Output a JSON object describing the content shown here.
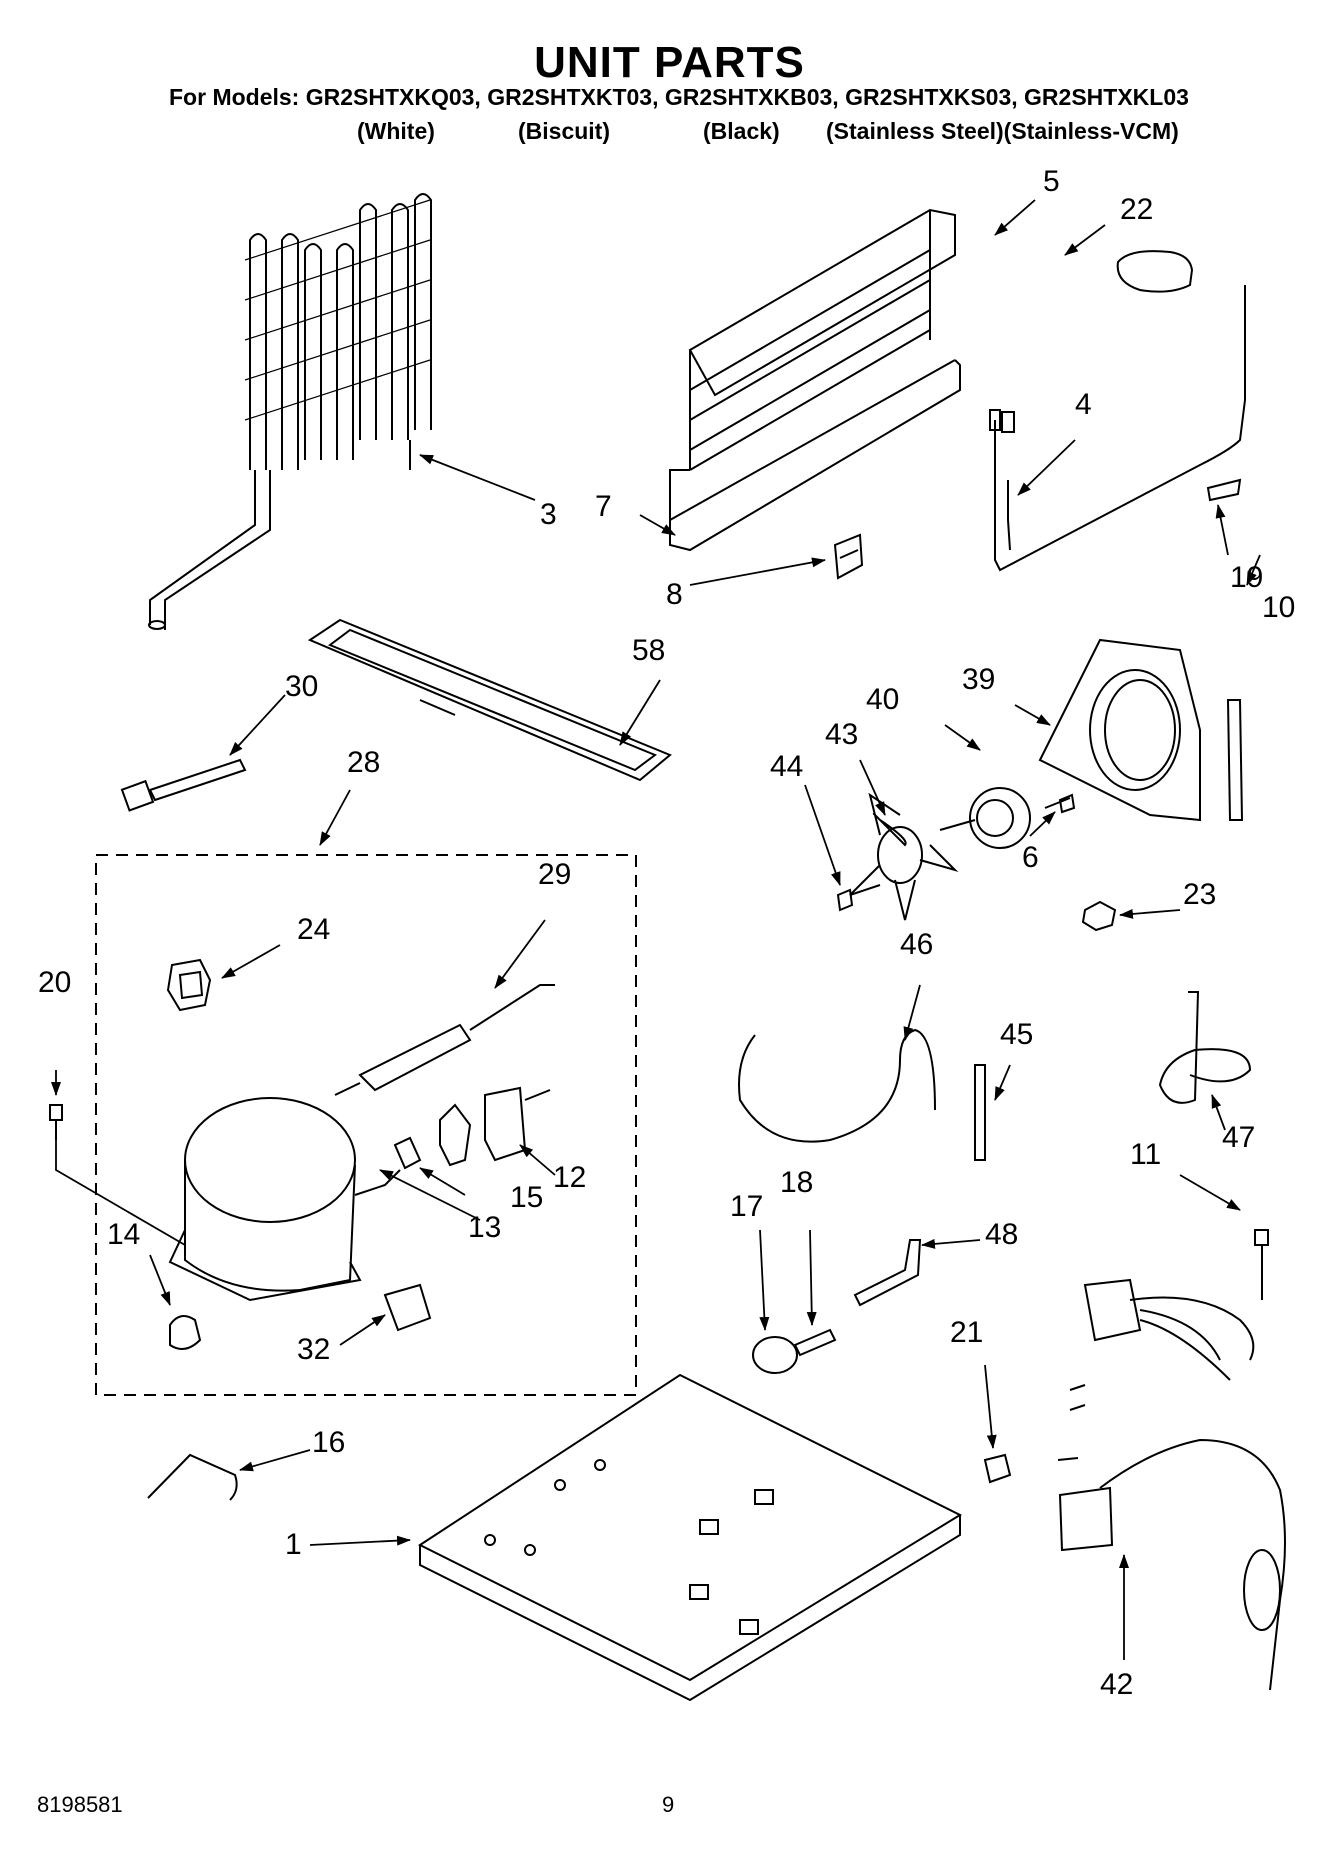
{
  "title": "UNIT PARTS",
  "models_line": "For Models: GR2SHTXKQ03, GR2SHTXKT03, GR2SHTXKB03, GR2SHTXKS03, GR2SHTXKL03",
  "variants": [
    "(White)",
    "(Biscuit)",
    "(Black)",
    "(Stainless Steel)(Stainless-VCM)"
  ],
  "callouts": {
    "c1": "1",
    "c3": "3",
    "c4": "4",
    "c5": "5",
    "c6": "6",
    "c7": "7",
    "c8": "8",
    "c10": "10",
    "c11": "11",
    "c12": "12",
    "c13": "13",
    "c14": "14",
    "c15": "15",
    "c16": "16",
    "c17": "17",
    "c18": "18",
    "c19": "19",
    "c20": "20",
    "c21": "21",
    "c22": "22",
    "c23": "23",
    "c24": "24",
    "c28": "28",
    "c29": "29",
    "c30": "30",
    "c32": "32",
    "c39": "39",
    "c40": "40",
    "c42": "42",
    "c43": "43",
    "c44": "44",
    "c45": "45",
    "c46": "46",
    "c47": "47",
    "c48": "48",
    "c58": "58"
  },
  "footer": {
    "doc_number": "8198581",
    "page_number": "9"
  }
}
